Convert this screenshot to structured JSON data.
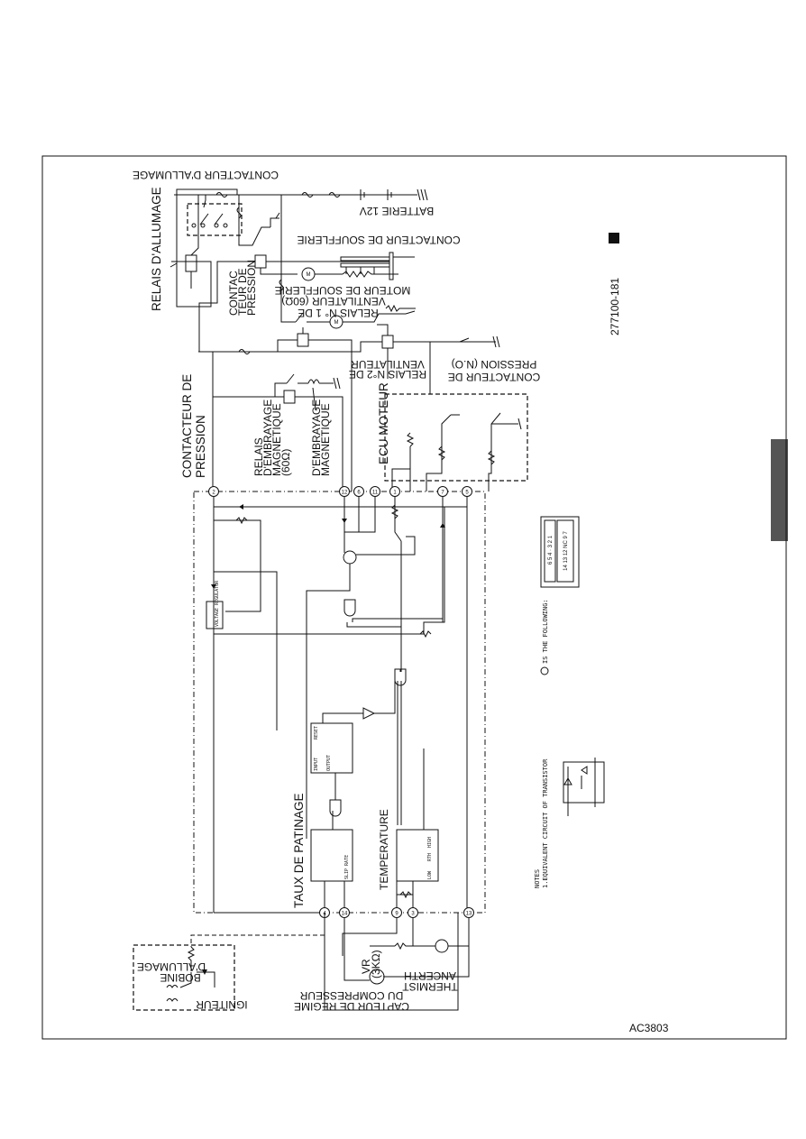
{
  "document": {
    "page_code": "277100-181",
    "figure_code": "AC3803"
  },
  "labels": {
    "ignition_switch": "CONTACTEUR D'ALLUMAGE",
    "ignition_relay": "RELAIS D'ALLUMAGE",
    "battery": "BATTERIE 12V",
    "blower_switch": "CONTACTEUR DE SOUFFLERIE",
    "blower_motor": "MOTEUR DE SOUFFLERIE",
    "fan_relay_1_line1": "RELAIS N° 1 DE",
    "fan_relay_1_line2": "VENTILATEUR (60Ω)",
    "pressure_switch_small_1": "CONTAC",
    "pressure_switch_small_2": "TEUR DE",
    "pressure_switch_small_3": "PRESSION",
    "fan_relay_2_line1": "RELAIS N°2 DE",
    "fan_relay_2_line2": "VENTILATEUR",
    "pressure_switch_no_line1": "CONTACTEUR DE",
    "pressure_switch_no_line2": "PRESSION (N.O)",
    "pressure_switch_line1": "CONTACTEUR DE",
    "pressure_switch_line2": "PRESSION",
    "clutch_relay_line1": "RELAIS",
    "clutch_relay_line2": "D'EMBRAYAGE",
    "clutch_relay_line3": "MAGNETIQUE",
    "clutch_relay_line4": "(60Ω)",
    "clutch_line1": "D'EMBRAYAGE",
    "clutch_line2": "MAGNETIQUE",
    "engine_ecu": "ECU MOTEUR",
    "slip_rate": "TAUX DE PATINAGE",
    "temperature": "TEMPERATURE",
    "thermistor_line1": "THERMIST",
    "thermistor_line2": "ANCERTH",
    "vr_line1": "VR",
    "vr_line2": "(3KΩ)",
    "speed_sensor_line1": "CAPTEUR DE REGIME",
    "speed_sensor_line2": "DU COMPRESSEUR",
    "coil_line1": "BOBINE",
    "coil_line2": "D'ALLUMAGE",
    "igniter": "IGNITEUR",
    "voltage_regulator": "VOLTAGE REGULATOR",
    "reset": "RESET",
    "input": "INPUT",
    "output": "OUTPUT",
    "slip_rate_en": "SLIP RATE",
    "low": "LOW",
    "high": "HIGH",
    "rth": "RTH"
  },
  "ecu_pins_top": [
    "2",
    "12",
    "6",
    "11",
    "1",
    "7",
    "5"
  ],
  "ecu_pins_bottom": [
    "4",
    "14",
    "9",
    "3",
    "13"
  ],
  "connector": {
    "row1": [
      "5",
      "4",
      "3",
      "2",
      "1"
    ],
    "row2": [
      "14",
      "13",
      "12",
      "NC",
      "9",
      "7"
    ],
    "extra": "6"
  },
  "notes": {
    "title": "NOTES",
    "line1": "1.EQUIVALENT CIRCUIT OF TRANSISTOR",
    "line1_end": "IS THE FOLLOWING:"
  }
}
